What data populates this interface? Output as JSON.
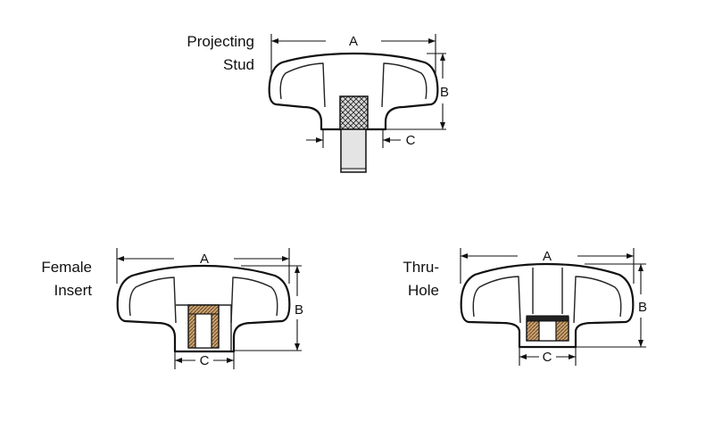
{
  "figures": [
    {
      "id": "projecting-stud",
      "caption": [
        "Projecting",
        "Stud"
      ],
      "dims": {
        "a": "A",
        "b": "B",
        "c": "C"
      }
    },
    {
      "id": "female-insert",
      "caption": [
        "Female",
        "Insert"
      ],
      "dims": {
        "a": "A",
        "b": "B",
        "c": "C"
      }
    },
    {
      "id": "thru-hole",
      "caption": [
        "Thru-",
        "Hole"
      ],
      "dims": {
        "a": "A",
        "b": "B",
        "c": "C"
      }
    }
  ],
  "colors": {
    "body_fill": "#cfcfcf",
    "stud_fill": "#e2e2e2",
    "insert_fill": "#c8a070",
    "outline": "#111111"
  }
}
